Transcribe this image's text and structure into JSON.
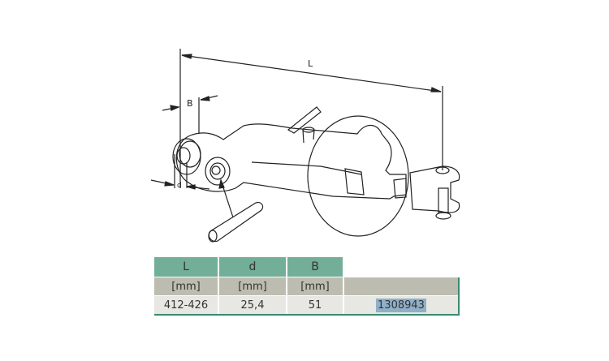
{
  "diagram": {
    "dim_L": "L",
    "dim_B": "B",
    "dim_d": "d"
  },
  "table": {
    "headers": [
      "L",
      "d",
      "B"
    ],
    "units": [
      "[mm]",
      "[mm]",
      "[mm]",
      ""
    ],
    "row": [
      "412-426",
      "25,4",
      "51",
      "1308943"
    ]
  },
  "colors": {
    "header": "#72ae98",
    "units": "#bcbcb0",
    "row": "#e7e7e3",
    "highlight": "#8fb0c8"
  }
}
